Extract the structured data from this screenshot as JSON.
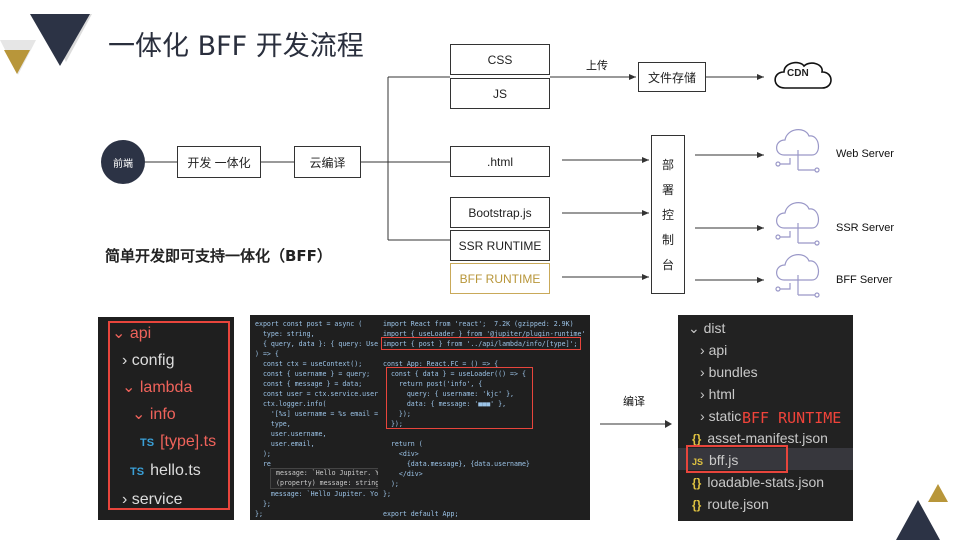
{
  "title": "一体化 BFF 开发流程",
  "subtitle": "简单开发即可支持一体化（BFF）",
  "flow": {
    "frontend": "前端",
    "dev": "开发 一体化",
    "compile": "云编译",
    "css": "CSS",
    "js": "JS",
    "html": ".html",
    "bootstrap": "Bootstrap.js",
    "ssr_runtime": "SSR RUNTIME",
    "bff_runtime": "BFF RUNTIME",
    "upload": "上传",
    "file_storage": "文件存储",
    "cdn": "CDN",
    "deploy_console": [
      "部",
      "署",
      "控",
      "制",
      "台"
    ],
    "servers": [
      "Web Server",
      "SSR Server",
      "BFF Server"
    ]
  },
  "colors": {
    "navy": "#2c3345",
    "gold": "#b8963a",
    "red": "#e8453c"
  },
  "tree": {
    "items": [
      "api",
      "config",
      "lambda",
      "info",
      "[type].ts",
      "hello.ts",
      "service"
    ],
    "ts_badge": "TS"
  },
  "code1": [
    "export const post = async (",
    "  type: string,",
    "  { query, data }: { query: Use",
    ") => {",
    "  const ctx = useContext();",
    "  const { username } = query;",
    "  const { message } = data;",
    "  const user = ctx.service.user",
    "  ctx.logger.info(",
    "    '[%s] username = %s email =",
    "    type,",
    "    user.username,",
    "    user.email,",
    "  );",
    "  re",
    "",
    "",
    "    message: `Hello Jupiter. Yo",
    "  };",
    "};"
  ],
  "tooltip": [
    "message: `Hello Jupiter. Y",
    "(property) message: string"
  ],
  "code2": [
    "import React from 'react';  7.2K (gzipped: 2.9K)",
    "import { useLoader } from '@jupiter/plugin-runtime'",
    "import { post } from '../api/lambda/info/[type]';",
    "",
    "const App: React.FC = () => {",
    "  const { data } = useLoader(() => {",
    "    return post('info', {",
    "      query: { username: 'kjc' },",
    "      data: { message: '■■■' },",
    "    });",
    "  });",
    "",
    "  return (",
    "    <div>",
    "      {data.message}, {data.username}",
    "    </div>",
    "  );",
    "};",
    "",
    "export default App;"
  ],
  "compile_label": "编译",
  "dist": {
    "items": [
      "dist",
      "api",
      "bundles",
      "html",
      "static",
      "asset-manifest.json",
      "bff.js",
      "loadable-stats.json",
      "route.json"
    ],
    "overlay": "BFF RUNTIME",
    "js_badge": "JS",
    "json_badge": "{}"
  }
}
